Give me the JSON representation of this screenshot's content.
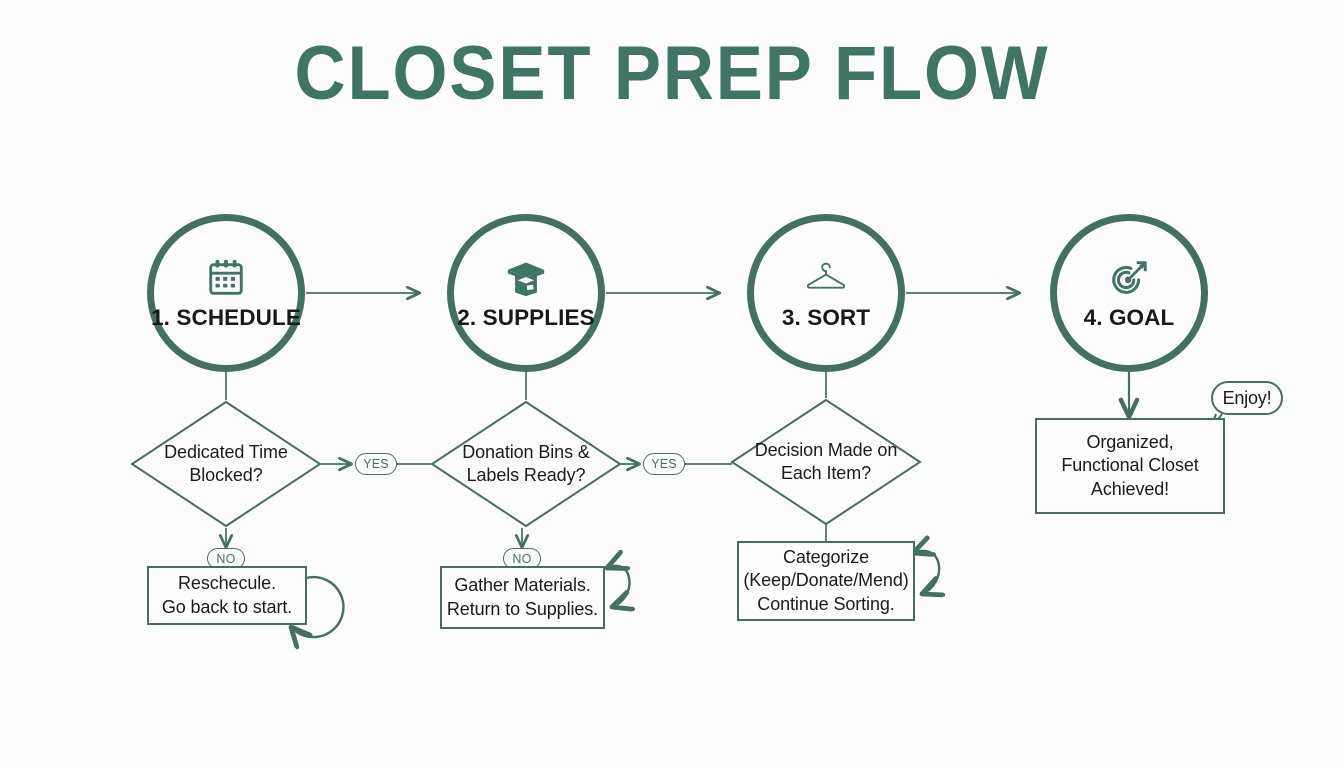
{
  "title": "CLOSET PREP FLOW",
  "theme": {
    "accent": "#44705f",
    "title_color": "#3f7565",
    "text_color": "#1b1b1b",
    "background": "#fdfdfd"
  },
  "steps": [
    {
      "label": "1. SCHEDULE",
      "icon": "calendar-icon"
    },
    {
      "label": "2. SUPPLIES",
      "icon": "open-box-icon"
    },
    {
      "label": "3. SORT",
      "icon": "clothes-hanger-icon"
    },
    {
      "label": "4. GOAL",
      "icon": "target-arrow-icon"
    }
  ],
  "decisions": [
    {
      "line1": "Dedicated Time",
      "line2": "Blocked?"
    },
    {
      "line1": "Donation Bins &",
      "line2": "Labels Ready?"
    },
    {
      "line1": "Decision Made on",
      "line2": "Each Item?"
    }
  ],
  "branch_labels": {
    "yes_1": "YES",
    "yes_2": "YES",
    "no_1": "NO",
    "no_2": "NO"
  },
  "actions": [
    {
      "line1": "Reschecule.",
      "line2": "Go back to start.",
      "line3": ""
    },
    {
      "line1": "Gather Materials.",
      "line2": "Return to Supplies.",
      "line3": ""
    },
    {
      "line1": "Categorize",
      "line2": "(Keep/Donate/Mend)",
      "line3": "Continue Sorting."
    }
  ],
  "outcome": {
    "line1": "Organized,",
    "line2": "Functional Closet",
    "line3": "Achieved!"
  },
  "callout": {
    "text": "Enjoy!"
  }
}
